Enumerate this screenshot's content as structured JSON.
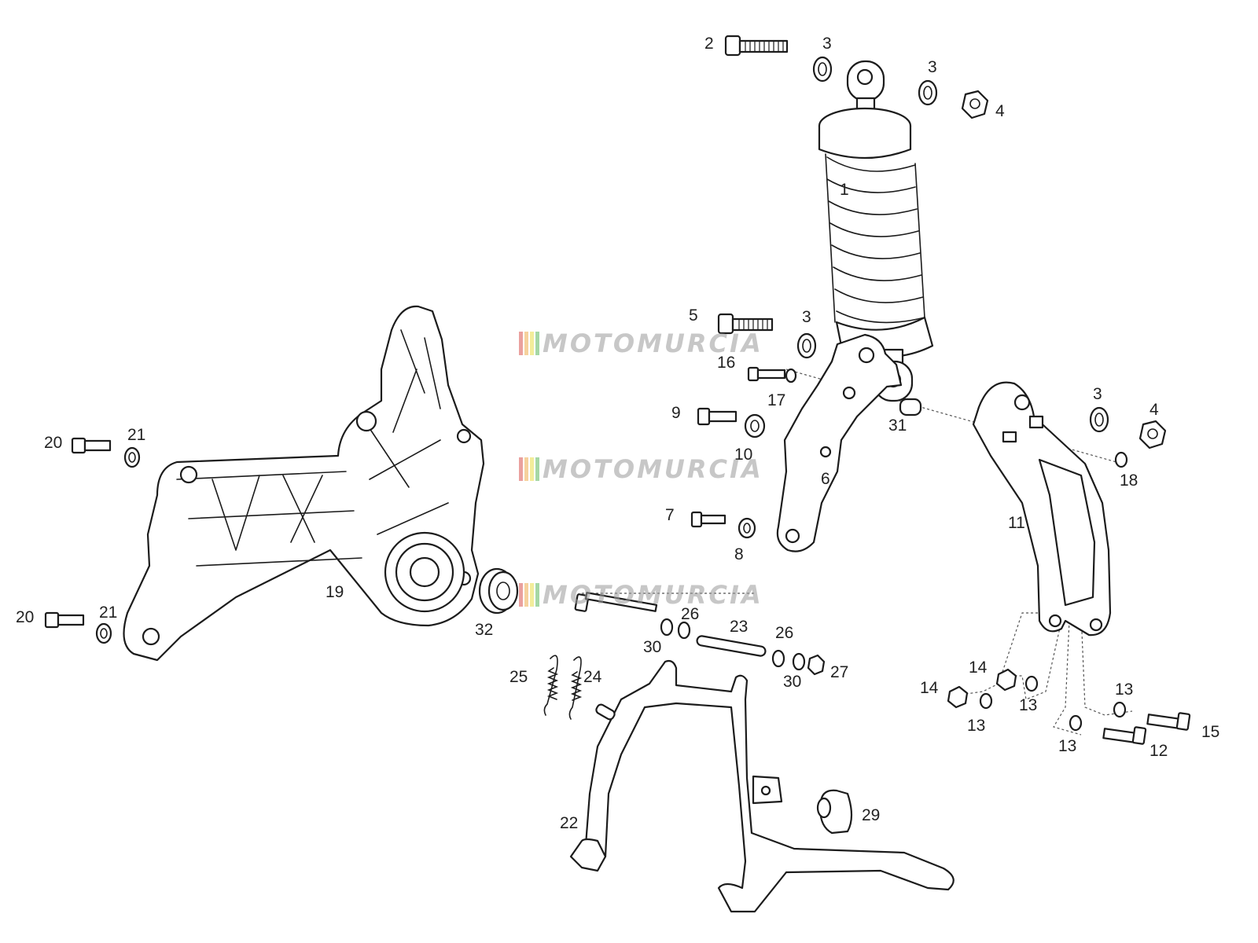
{
  "watermark": {
    "text": "MOTOMURCIA",
    "stripe_colors": [
      "#d9534f",
      "#f0ad4e",
      "#e8e04a",
      "#5cb85c"
    ],
    "text_color": "#9a9a9a"
  },
  "callouts": [
    "1",
    "2",
    "3",
    "4",
    "5",
    "6",
    "7",
    "8",
    "9",
    "10",
    "11",
    "12",
    "13",
    "14",
    "15",
    "16",
    "17",
    "18",
    "19",
    "20",
    "21",
    "22",
    "23",
    "24",
    "25",
    "26",
    "27",
    "29",
    "30",
    "31",
    "32"
  ]
}
